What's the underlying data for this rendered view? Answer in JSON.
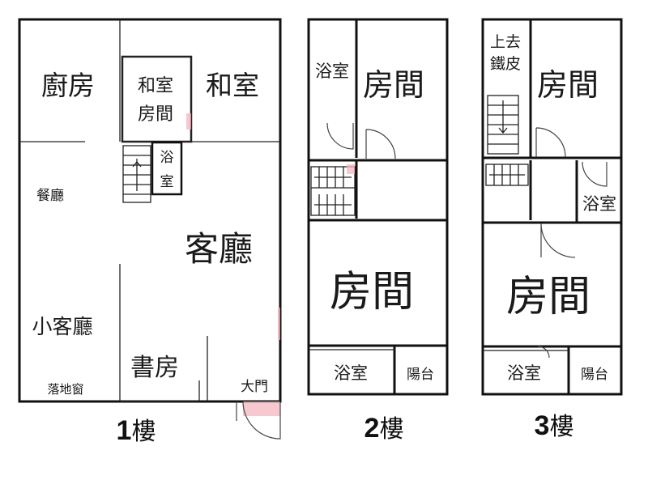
{
  "floor1": {
    "floor_label": "1",
    "floor_suffix": "樓",
    "rooms": {
      "kitchen": "廚房",
      "washitsu_room_line1": "和室",
      "washitsu_room_line2": "房間",
      "washitsu": "和室",
      "bath_line1": "浴",
      "bath_line2": "室",
      "dining": "餐廳",
      "living": "客廳",
      "small_living": "小客廳",
      "study": "書房",
      "french_window": "落地窗",
      "main_door": "大門"
    }
  },
  "floor2": {
    "floor_label": "2",
    "floor_suffix": "樓",
    "rooms": {
      "bath_top": "浴室",
      "room_top": "房間",
      "room_main": "房間",
      "bath_bottom": "浴室",
      "balcony": "陽台"
    }
  },
  "floor3": {
    "floor_label": "3",
    "floor_suffix": "樓",
    "rooms": {
      "roof_line1": "上去",
      "roof_line2": "鐵皮",
      "room_top": "房間",
      "bath_mid": "浴室",
      "room_main": "房間",
      "bath_bottom": "浴室",
      "balcony": "陽台"
    }
  }
}
